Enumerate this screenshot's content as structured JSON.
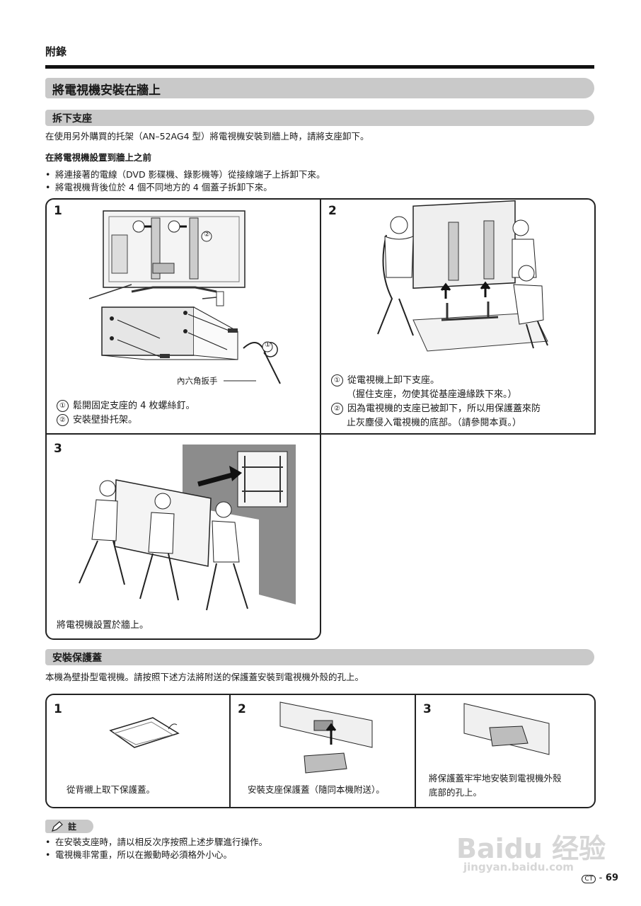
{
  "header": {
    "section": "附錄"
  },
  "title": "將電視機安裝在牆上",
  "remove_stand": {
    "heading": "拆下支座",
    "intro": "在使用另外購買的托架（AN–52AG4 型）將電視機安裝到牆上時，請將支座卸下。",
    "before_heading": "在將電視機設置到牆上之前",
    "bullets": [
      "將連接著的電線（DVD 影碟機、錄影機等）從接線端子上拆卸下來。",
      "將電視機背後位於 4 個不同地方的 4 個蓋子拆卸下來。"
    ],
    "steps": [
      {
        "num": "1",
        "wrench_label": "內六角扳手",
        "callout_1": "①",
        "callout_2": "②",
        "lines": [
          {
            "mark": "①",
            "text": "鬆開固定支座的 4 枚螺絲釘。"
          },
          {
            "mark": "②",
            "text": "安裝壁掛托架。"
          }
        ]
      },
      {
        "num": "2",
        "lines": [
          {
            "mark": "①",
            "text": "從電視機上卸下支座。"
          },
          {
            "mark": "",
            "text": "（握住支座，勿使其從基座邊緣跌下來。）"
          },
          {
            "mark": "②",
            "text": "因為電視機的支座已被卸下，所以用保護蓋來防"
          },
          {
            "mark": "",
            "text": "止灰塵侵入電視機的底部。（請參閱本頁。）"
          }
        ]
      },
      {
        "num": "3",
        "text": "將電視機設置於牆上。"
      }
    ]
  },
  "protect_cover": {
    "heading": "安裝保護蓋",
    "intro": "本機為壁掛型電視機。請按照下述方法將附送的保護蓋安裝到電視機外殼的孔上。",
    "steps": [
      {
        "num": "1",
        "text": "從背襯上取下保護蓋。"
      },
      {
        "num": "2",
        "text": "安裝支座保護蓋（隨同本機附送）。"
      },
      {
        "num": "3",
        "line1": "將保護蓋牢牢地安裝到電視機外殼",
        "line2": "底部的孔上。"
      }
    ]
  },
  "note": {
    "label": "註",
    "items": [
      "在安裝支座時，請以相反次序按照上述步驟進行操作。",
      "電視機非常重，所以在搬動時必須格外小心。"
    ]
  },
  "footer": {
    "lang_code": "CT",
    "page": "69"
  },
  "watermark": {
    "brand": "Baidu 经验",
    "url": "jingyan.baidu.com"
  },
  "colors": {
    "section_bar": "#c9c9c9",
    "rule": "#111111"
  }
}
